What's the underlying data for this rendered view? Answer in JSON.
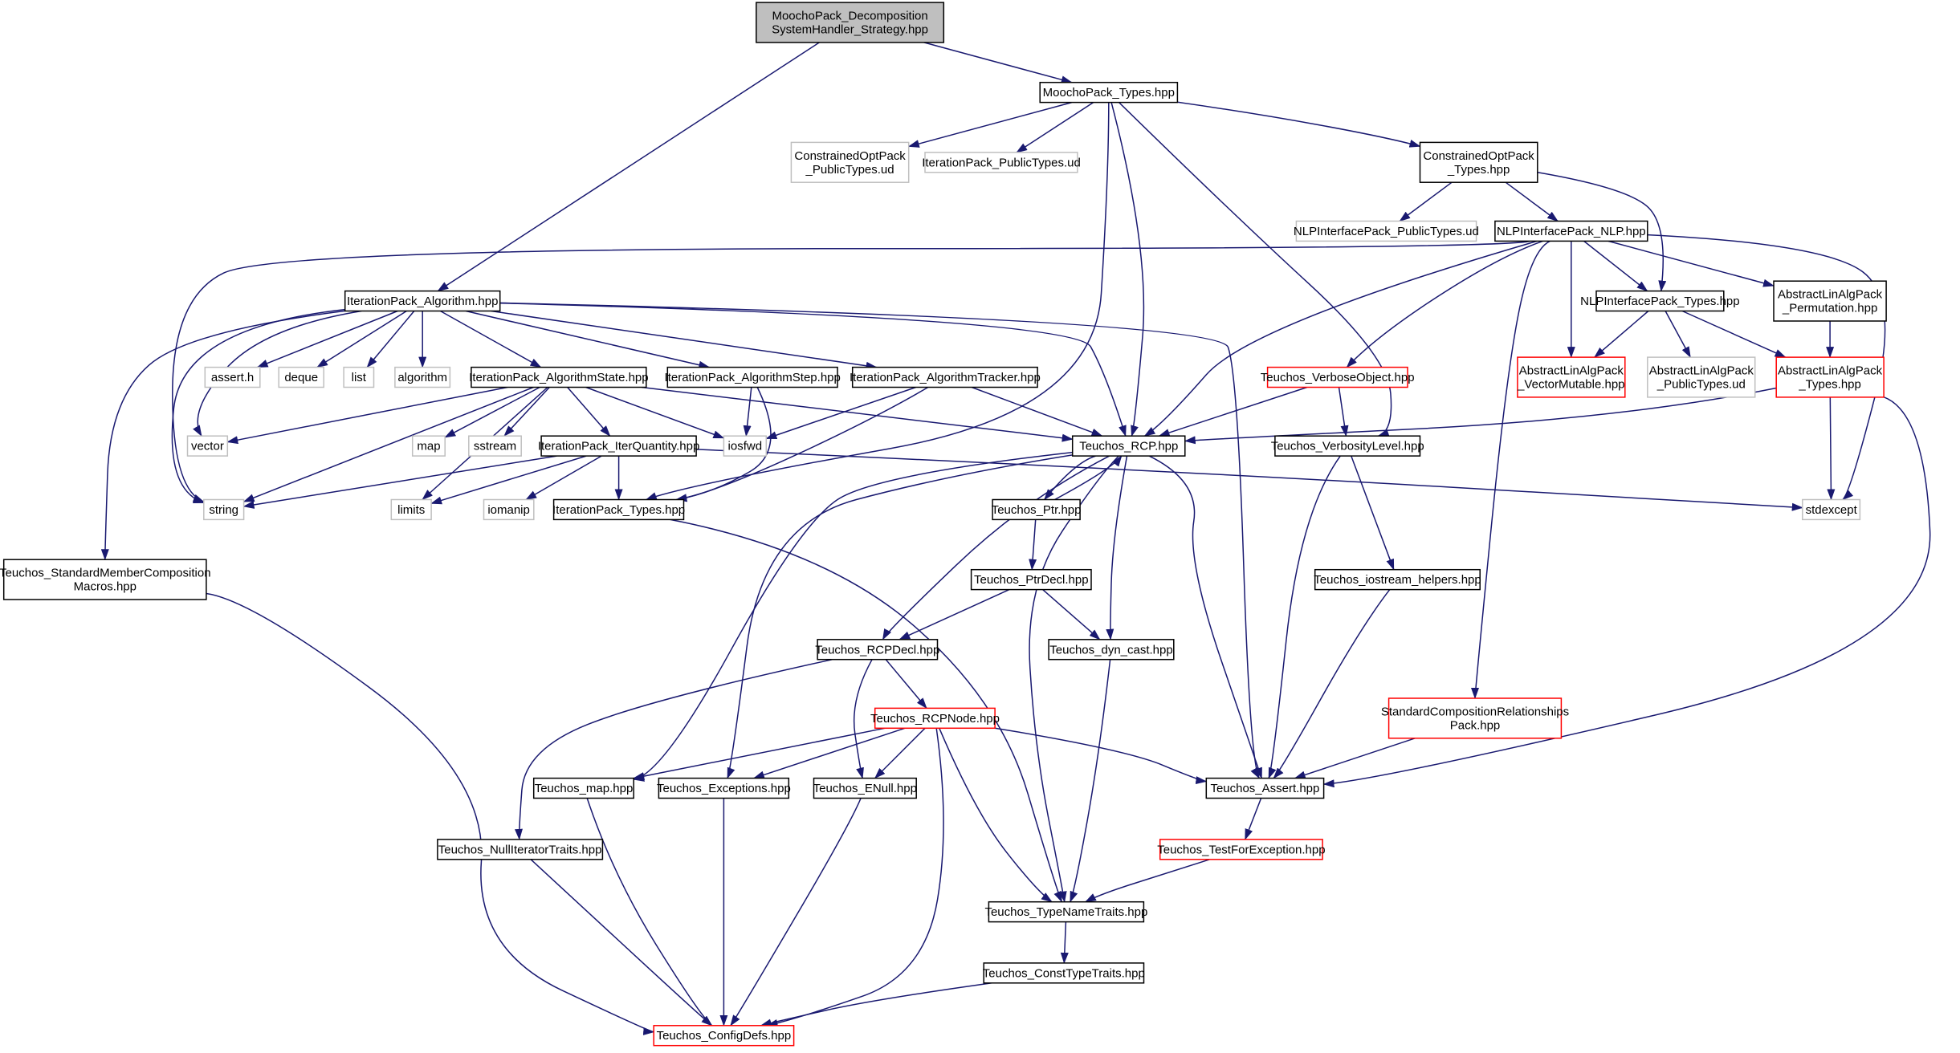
{
  "colors": {
    "edge": "#191970",
    "border_normal": "#000000",
    "border_external": "#bfbfbf",
    "border_truncated": "#ff0000",
    "fill_root": "#bfbfbf",
    "fill_normal": "#ffffff",
    "text": "#000000"
  },
  "nodes": {
    "root": {
      "lines": [
        "MoochoPack_Decomposition",
        "SystemHandler_Strategy.hpp"
      ],
      "kind": "root"
    },
    "moochoTypes": {
      "lines": [
        "MoochoPack_Types.hpp"
      ],
      "kind": "normal"
    },
    "coPublicTypes": {
      "lines": [
        "ConstrainedOptPack",
        "_PublicTypes.ud"
      ],
      "kind": "external"
    },
    "ipPublicTypes": {
      "lines": [
        "IterationPack_PublicTypes.ud"
      ],
      "kind": "external"
    },
    "coTypes": {
      "lines": [
        "ConstrainedOptPack",
        "_Types.hpp"
      ],
      "kind": "normal"
    },
    "nlpPublicTypes": {
      "lines": [
        "NLPInterfacePack_PublicTypes.ud"
      ],
      "kind": "external"
    },
    "nlp": {
      "lines": [
        "NLPInterfacePack_NLP.hpp"
      ],
      "kind": "normal"
    },
    "ipAlgorithm": {
      "lines": [
        "IterationPack_Algorithm.hpp"
      ],
      "kind": "normal"
    },
    "nlpTypes": {
      "lines": [
        "NLPInterfacePack_Types.hpp"
      ],
      "kind": "normal"
    },
    "alaPermutation": {
      "lines": [
        "AbstractLinAlgPack",
        "_Permutation.hpp"
      ],
      "kind": "normal"
    },
    "assertH": {
      "lines": [
        "assert.h"
      ],
      "kind": "external"
    },
    "deque": {
      "lines": [
        "deque"
      ],
      "kind": "external"
    },
    "list": {
      "lines": [
        "list"
      ],
      "kind": "external"
    },
    "algorithm": {
      "lines": [
        "algorithm"
      ],
      "kind": "external"
    },
    "ipAlgState": {
      "lines": [
        "IterationPack_AlgorithmState.hpp"
      ],
      "kind": "normal"
    },
    "ipAlgStep": {
      "lines": [
        "IterationPack_AlgorithmStep.hpp"
      ],
      "kind": "normal"
    },
    "ipAlgTracker": {
      "lines": [
        "IterationPack_AlgorithmTracker.hpp"
      ],
      "kind": "normal"
    },
    "verboseObject": {
      "lines": [
        "Teuchos_VerboseObject.hpp"
      ],
      "kind": "truncated"
    },
    "alaVectorMutable": {
      "lines": [
        "AbstractLinAlgPack",
        "_VectorMutable.hpp"
      ],
      "kind": "truncated"
    },
    "alaPublicTypes": {
      "lines": [
        "AbstractLinAlgPack",
        "_PublicTypes.ud"
      ],
      "kind": "external"
    },
    "alaTypes": {
      "lines": [
        "AbstractLinAlgPack",
        "_Types.hpp"
      ],
      "kind": "truncated"
    },
    "vector": {
      "lines": [
        "vector"
      ],
      "kind": "external"
    },
    "map": {
      "lines": [
        "map"
      ],
      "kind": "external"
    },
    "sstream": {
      "lines": [
        "sstream"
      ],
      "kind": "external"
    },
    "iosfwd": {
      "lines": [
        "iosfwd"
      ],
      "kind": "external"
    },
    "ipIterQuantity": {
      "lines": [
        "IterationPack_IterQuantity.hpp"
      ],
      "kind": "normal"
    },
    "rcp": {
      "lines": [
        "Teuchos_RCP.hpp"
      ],
      "kind": "normal"
    },
    "verbosityLevel": {
      "lines": [
        "Teuchos_VerbosityLevel.hpp"
      ],
      "kind": "normal"
    },
    "string": {
      "lines": [
        "string"
      ],
      "kind": "external"
    },
    "limits": {
      "lines": [
        "limits"
      ],
      "kind": "external"
    },
    "iomanip": {
      "lines": [
        "iomanip"
      ],
      "kind": "external"
    },
    "ipTypes": {
      "lines": [
        "IterationPack_Types.hpp"
      ],
      "kind": "normal"
    },
    "ptr": {
      "lines": [
        "Teuchos_Ptr.hpp"
      ],
      "kind": "normal"
    },
    "stdexcept": {
      "lines": [
        "stdexcept"
      ],
      "kind": "external"
    },
    "stdMemberMacros": {
      "lines": [
        "Teuchos_StandardMemberComposition",
        "Macros.hpp"
      ],
      "kind": "normal"
    },
    "ptrDecl": {
      "lines": [
        "Teuchos_PtrDecl.hpp"
      ],
      "kind": "normal"
    },
    "iostreamHelpers": {
      "lines": [
        "Teuchos_iostream_helpers.hpp"
      ],
      "kind": "normal"
    },
    "rcpDecl": {
      "lines": [
        "Teuchos_RCPDecl.hpp"
      ],
      "kind": "normal"
    },
    "dynCast": {
      "lines": [
        "Teuchos_dyn_cast.hpp"
      ],
      "kind": "normal"
    },
    "stdCompRel": {
      "lines": [
        "StandardCompositionRelationships",
        "Pack.hpp"
      ],
      "kind": "truncated"
    },
    "rcpNode": {
      "lines": [
        "Teuchos_RCPNode.hpp"
      ],
      "kind": "truncated"
    },
    "tmap": {
      "lines": [
        "Teuchos_map.hpp"
      ],
      "kind": "normal"
    },
    "exceptions": {
      "lines": [
        "Teuchos_Exceptions.hpp"
      ],
      "kind": "normal"
    },
    "enull": {
      "lines": [
        "Teuchos_ENull.hpp"
      ],
      "kind": "normal"
    },
    "tassert": {
      "lines": [
        "Teuchos_Assert.hpp"
      ],
      "kind": "normal"
    },
    "nullIterTraits": {
      "lines": [
        "Teuchos_NullIteratorTraits.hpp"
      ],
      "kind": "normal"
    },
    "testForException": {
      "lines": [
        "Teuchos_TestForException.hpp"
      ],
      "kind": "truncated"
    },
    "typeNameTraits": {
      "lines": [
        "Teuchos_TypeNameTraits.hpp"
      ],
      "kind": "normal"
    },
    "constTypeTraits": {
      "lines": [
        "Teuchos_ConstTypeTraits.hpp"
      ],
      "kind": "normal"
    },
    "configDefs": {
      "lines": [
        "Teuchos_ConfigDefs.hpp"
      ],
      "kind": "truncated"
    }
  },
  "edges": [
    [
      "root",
      "moochoTypes"
    ],
    [
      "root",
      "ipAlgorithm"
    ],
    [
      "moochoTypes",
      "coPublicTypes"
    ],
    [
      "moochoTypes",
      "ipPublicTypes"
    ],
    [
      "moochoTypes",
      "coTypes"
    ],
    [
      "moochoTypes",
      "rcp"
    ],
    [
      "moochoTypes",
      "verbosityLevel"
    ],
    [
      "moochoTypes",
      "ipTypes"
    ],
    [
      "coTypes",
      "nlpPublicTypes"
    ],
    [
      "coTypes",
      "nlp"
    ],
    [
      "coTypes",
      "nlpTypes"
    ],
    [
      "nlp",
      "string"
    ],
    [
      "nlp",
      "nlpTypes"
    ],
    [
      "nlp",
      "alaPermutation"
    ],
    [
      "nlp",
      "alaVectorMutable"
    ],
    [
      "nlp",
      "verboseObject"
    ],
    [
      "nlp",
      "rcp"
    ],
    [
      "nlp",
      "stdexcept"
    ],
    [
      "nlp",
      "stdCompRel"
    ],
    [
      "nlpTypes",
      "alaVectorMutable"
    ],
    [
      "nlpTypes",
      "alaPublicTypes"
    ],
    [
      "nlpTypes",
      "alaTypes"
    ],
    [
      "alaPermutation",
      "alaTypes"
    ],
    [
      "alaTypes",
      "rcp"
    ],
    [
      "alaTypes",
      "stdexcept"
    ],
    [
      "alaTypes",
      "tassert"
    ],
    [
      "ipAlgorithm",
      "assertH"
    ],
    [
      "ipAlgorithm",
      "deque"
    ],
    [
      "ipAlgorithm",
      "list"
    ],
    [
      "ipAlgorithm",
      "algorithm"
    ],
    [
      "ipAlgorithm",
      "vector"
    ],
    [
      "ipAlgorithm",
      "string"
    ],
    [
      "ipAlgorithm",
      "ipAlgState"
    ],
    [
      "ipAlgorithm",
      "ipAlgStep"
    ],
    [
      "ipAlgorithm",
      "ipAlgTracker"
    ],
    [
      "ipAlgorithm",
      "rcp"
    ],
    [
      "ipAlgorithm",
      "tassert"
    ],
    [
      "ipAlgorithm",
      "stdMemberMacros"
    ],
    [
      "ipAlgState",
      "vector"
    ],
    [
      "ipAlgState",
      "map"
    ],
    [
      "ipAlgState",
      "sstream"
    ],
    [
      "ipAlgState",
      "iosfwd"
    ],
    [
      "ipAlgState",
      "ipIterQuantity"
    ],
    [
      "ipAlgState",
      "rcp"
    ],
    [
      "ipAlgState",
      "string"
    ],
    [
      "ipAlgState",
      "limits"
    ],
    [
      "ipAlgStep",
      "iosfwd"
    ],
    [
      "ipAlgStep",
      "ipTypes"
    ],
    [
      "ipAlgTracker",
      "iosfwd"
    ],
    [
      "ipAlgTracker",
      "ipTypes"
    ],
    [
      "ipAlgTracker",
      "rcp"
    ],
    [
      "ipIterQuantity",
      "string"
    ],
    [
      "ipIterQuantity",
      "limits"
    ],
    [
      "ipIterQuantity",
      "iomanip"
    ],
    [
      "ipIterQuantity",
      "ipTypes"
    ],
    [
      "ipIterQuantity",
      "stdexcept"
    ],
    [
      "ipTypes",
      "typeNameTraits"
    ],
    [
      "verboseObject",
      "rcp"
    ],
    [
      "verboseObject",
      "verbosityLevel"
    ],
    [
      "verbosityLevel",
      "iostreamHelpers"
    ],
    [
      "verbosityLevel",
      "tassert"
    ],
    [
      "iostreamHelpers",
      "tassert"
    ],
    [
      "rcp",
      "ptr"
    ],
    [
      "rcp",
      "rcpDecl"
    ],
    [
      "rcp",
      "dynCast"
    ],
    [
      "rcp",
      "tmap"
    ],
    [
      "rcp",
      "exceptions"
    ],
    [
      "rcp",
      "tassert"
    ],
    [
      "rcp",
      "typeNameTraits"
    ],
    [
      "ptr",
      "rcp"
    ],
    [
      "ptr",
      "ptrDecl"
    ],
    [
      "ptrDecl",
      "rcpDecl"
    ],
    [
      "ptrDecl",
      "dynCast"
    ],
    [
      "rcpDecl",
      "rcpNode"
    ],
    [
      "rcpDecl",
      "enull"
    ],
    [
      "rcpDecl",
      "nullIterTraits"
    ],
    [
      "rcpNode",
      "tmap"
    ],
    [
      "rcpNode",
      "exceptions"
    ],
    [
      "rcpNode",
      "enull"
    ],
    [
      "rcpNode",
      "tassert"
    ],
    [
      "rcpNode",
      "typeNameTraits"
    ],
    [
      "rcpNode",
      "configDefs"
    ],
    [
      "dynCast",
      "typeNameTraits"
    ],
    [
      "stdCompRel",
      "tassert"
    ],
    [
      "tassert",
      "testForException"
    ],
    [
      "testForException",
      "typeNameTraits"
    ],
    [
      "typeNameTraits",
      "constTypeTraits"
    ],
    [
      "constTypeTraits",
      "configDefs"
    ],
    [
      "tmap",
      "configDefs"
    ],
    [
      "exceptions",
      "configDefs"
    ],
    [
      "enull",
      "configDefs"
    ],
    [
      "nullIterTraits",
      "configDefs"
    ],
    [
      "stdMemberMacros",
      "configDefs"
    ]
  ]
}
